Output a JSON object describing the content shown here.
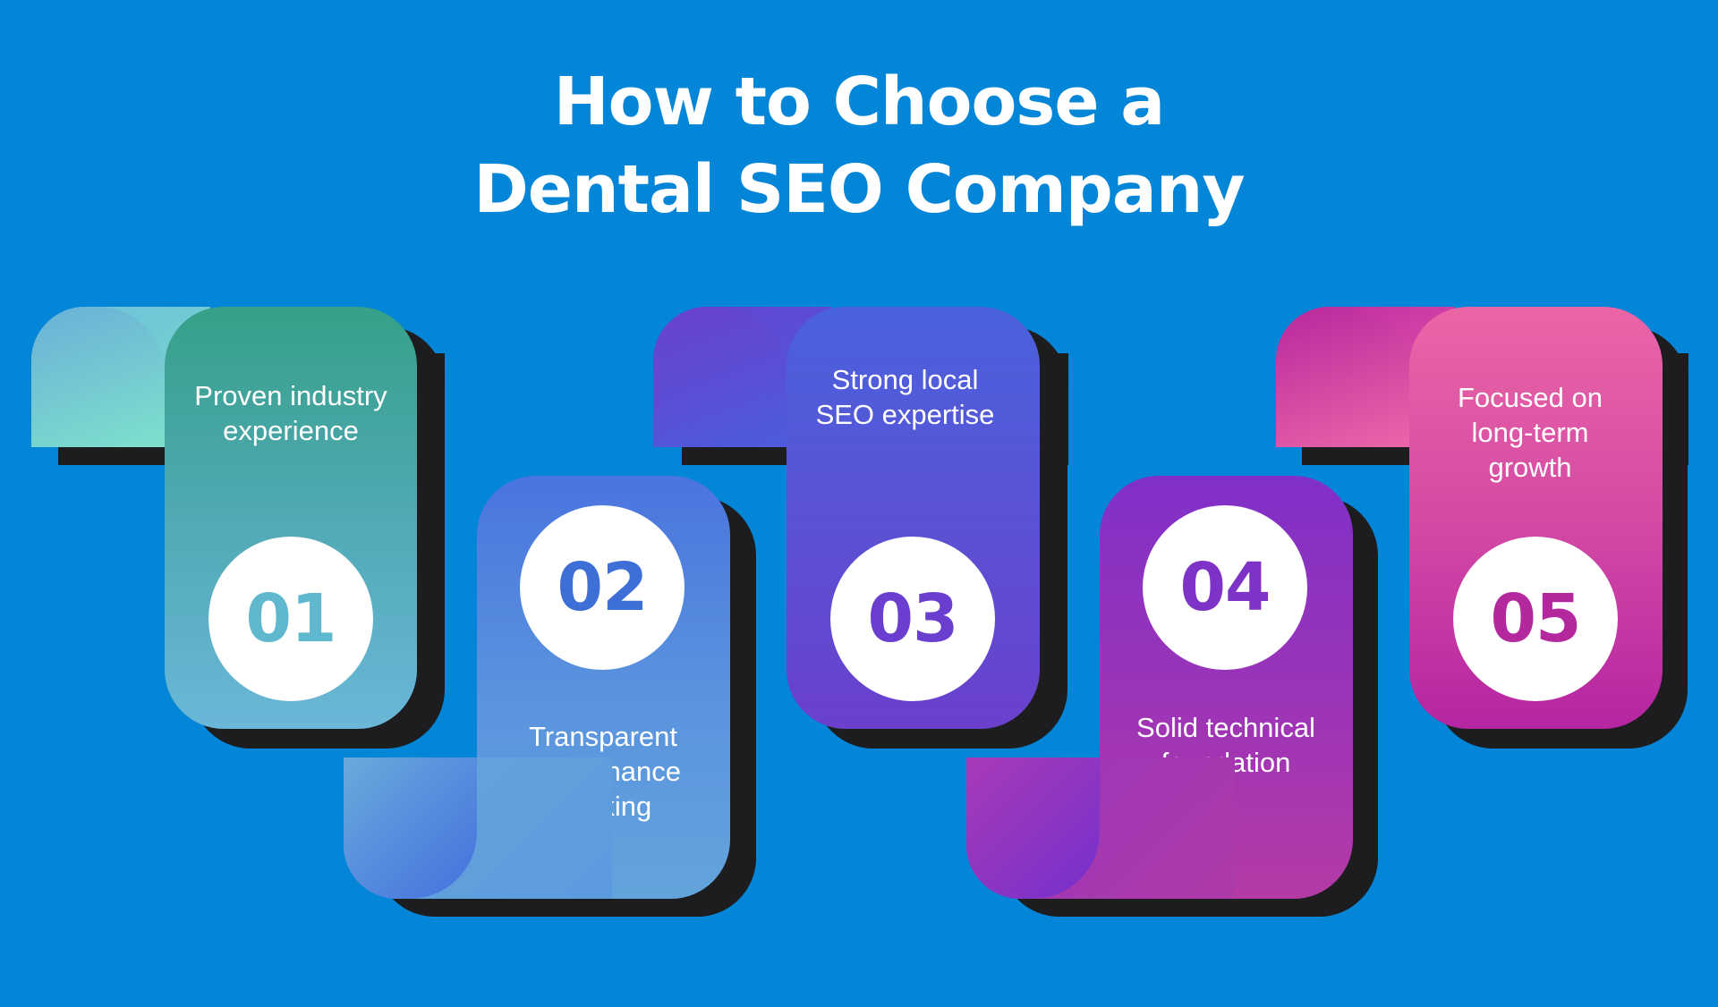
{
  "title": {
    "line1": "How to Choose a",
    "line2": "Dental SEO Company"
  },
  "steps": [
    {
      "number": "01",
      "text": [
        "Proven industry",
        "experience"
      ],
      "number_color": "#5fb8cd",
      "card_gradient": [
        "#36a088",
        "#6ab7d8"
      ],
      "tab_gradient": [
        "#7ee0cc",
        "#5aa8d8"
      ]
    },
    {
      "number": "02",
      "text": [
        "Transparent",
        "performance",
        "tracking"
      ],
      "number_color": "#3d6fd6",
      "card_gradient": [
        "#4a74df",
        "#62a4dc"
      ],
      "tab_gradient": [
        "#68a8da",
        "#4672de"
      ]
    },
    {
      "number": "03",
      "text": [
        "Strong local",
        "SEO expertise"
      ],
      "number_color": "#6a3fd0",
      "card_gradient": [
        "#4a62dc",
        "#6a40cc"
      ],
      "tab_gradient": [
        "#6a40cc",
        "#4a62dc"
      ]
    },
    {
      "number": "04",
      "text": [
        "Solid technical",
        "foundation"
      ],
      "number_color": "#7d33c6",
      "card_gradient": [
        "#8030c8",
        "#b43aa6"
      ],
      "tab_gradient": [
        "#a83ab8",
        "#7a32c8"
      ]
    },
    {
      "number": "05",
      "text": [
        "Focused on",
        "long-term",
        "growth"
      ],
      "number_color": "#b4289e",
      "card_gradient": [
        "#ea66a6",
        "#b425a2"
      ],
      "tab_gradient": [
        "#b8279e",
        "#ea66a8"
      ]
    }
  ]
}
